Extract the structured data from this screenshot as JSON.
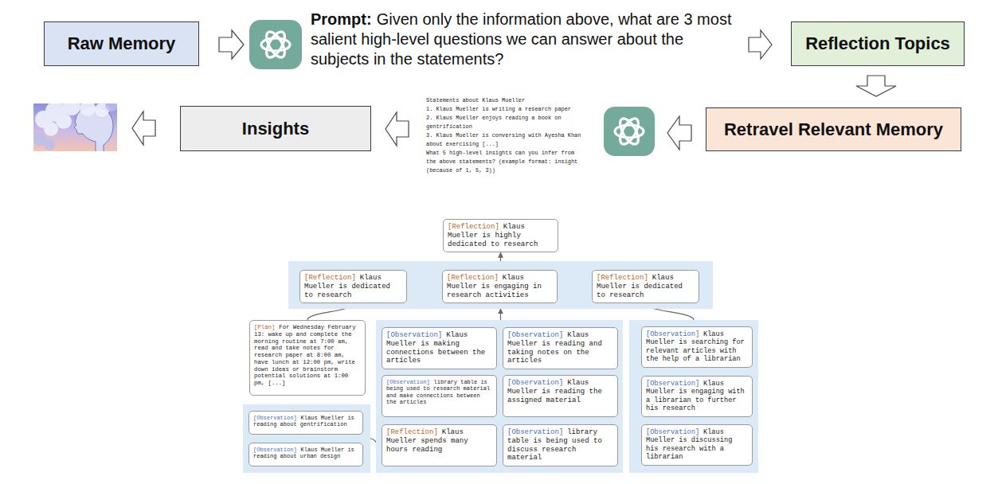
{
  "diagram": {
    "nodes": [
      {
        "text": [
          "Raw Memory"
        ]
      },
      {
        "text": [
          "Reflection Topics"
        ]
      },
      {
        "text": [
          "Insights"
        ]
      },
      {
        "text": [
          "Retravel Relevant Memory"
        ]
      },
      {
        "text": [
          "[Reflection]",
          "Klaus Mueller is highly dedicated to research"
        ]
      },
      {
        "text": []
      },
      {
        "text": [
          "[Reflection]",
          "Klaus Mueller is dedicated to research"
        ],
        "in": 5
      },
      {
        "text": [
          "[Reflection]",
          "Klaus Mueller is engaging in research activities"
        ],
        "in": 5
      },
      {
        "text": [
          "[Reflection]",
          "Klaus Mueller is dedicated to research"
        ],
        "in": 5
      },
      {
        "text": [
          "[Plan]",
          "For Wednesday February 13: wake up and complete the morning routine at 7:00 am, read and take notes for research paper at 8:00 am, have lunch at 12:00 pm, write down ideas or brainstorm potential solutions at 1:00 pm, [...]"
        ]
      },
      {
        "text": []
      },
      {
        "text": [
          "[Observation]",
          "Klaus Mueller is making connections between the articles"
        ],
        "in": 10
      },
      {
        "text": [
          "[Observation]",
          "Klaus Mueller is reading and taking notes on the articles"
        ],
        "in": 10
      },
      {
        "text": [
          "[Observation]",
          "library table is being used to research material and make connections between the articles"
        ],
        "in": 10
      },
      {
        "text": [
          "[Observation]",
          "Klaus Mueller is reading the assigned material"
        ],
        "in": 10
      },
      {
        "text": [
          "[Reflection]",
          "Klaus Mueller spends many hours reading"
        ],
        "in": 10
      },
      {
        "text": [
          "[Observation]",
          "library table is being used to discuss research material"
        ],
        "in": 10
      },
      {
        "text": []
      },
      {
        "text": [
          "[Observation]",
          "Klaus Mueller is searching for relevant articles with the help of a librarian"
        ],
        "in": 17
      },
      {
        "text": [
          "[Observation]",
          "Klaus Mueller is engaging with a librarian to further his research"
        ],
        "in": 17
      },
      {
        "text": [
          "[Observation]",
          "Klaus Mueller is discussing his research with a librarian"
        ],
        "in": 17
      },
      {
        "text": []
      },
      {
        "text": [
          "[Observation]",
          "Klaus Mueller is reading about gentrification"
        ],
        "in": 21
      },
      {
        "text": [
          "[Observation]",
          "Klaus Mueller is reading about urban design"
        ],
        "in": 21
      }
    ],
    "edges": [
      {
        "from": 1,
        "to": 3,
        "arrow": "to"
      },
      {
        "from": 5,
        "to": 4,
        "arrow": "to"
      },
      {
        "from": 9,
        "to": 6,
        "arrow": "to"
      },
      {
        "from": 10,
        "to": 5,
        "arrow": "to"
      },
      {
        "from": 17,
        "to": 8,
        "arrow": "to"
      },
      {
        "from": 21,
        "to": 15,
        "arrow": "to"
      }
    ],
    "labels": [
      "Prompt:",
      "Given only the information above, what are 3 most salient high-level questions we can answer about the subjects in the statements?",
      "Statements about Klaus Mueller",
      "1. Klaus Mueller is writing a research paper",
      "2. Klaus Mueller enjoys reading a book on gentrification",
      "3. Klaus Mueller is conversing with Ayesha Khan about exercising [...]",
      "What 5 high-level insights can you infer from the above statements? (example format: insight (because of 1, 5, 3))"
    ]
  }
}
